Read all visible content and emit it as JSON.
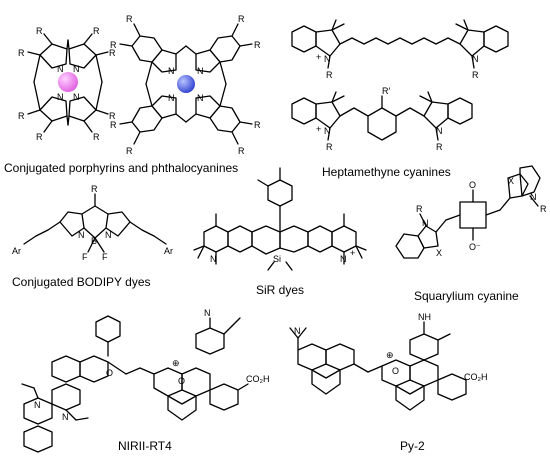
{
  "colors": {
    "porphyrin_metal": "#e060e0",
    "phthalocyanine_metal": "#3040d0",
    "ink": "#000000",
    "background": "#ffffff"
  },
  "captions": {
    "porphyrins": "Conjugated porphyrins and phthalocyanines",
    "heptamethyne": "Heptamethyne cyanines",
    "bodipy": "Conjugated BODIPY dyes",
    "sir": "SiR dyes",
    "squarylium": "Squarylium cyanine",
    "nirii": "NIRII-RT4",
    "py2": "Py-2"
  },
  "atoms": {
    "R": "R",
    "R_prime": "R′",
    "N": "N",
    "N_plus": "N",
    "plus": "+",
    "circled_plus": "⊕",
    "O": "O",
    "O_minus": "O⁻",
    "X": "X",
    "B": "B",
    "F": "F",
    "Si": "Si",
    "Ar": "Ar",
    "NH": "NH",
    "CO2H": "CO₂H"
  }
}
